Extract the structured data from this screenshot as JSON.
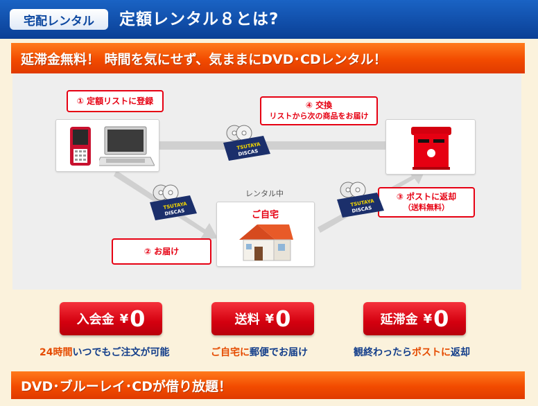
{
  "header": {
    "badge": "宅配レンタル",
    "title": "定額レンタル８とは?"
  },
  "banners": {
    "top": "延滞金無料！ 時間を気にせず、気ままにDVD･CDレンタル！",
    "bottom": "DVD･ブルーレイ･CDが借り放題！"
  },
  "diagram": {
    "step1": "① 定額リストに登録",
    "step2": "② お届け",
    "step3": "③ ポストに返却",
    "step3_sub": "（送料無料）",
    "step4": "④ 交換",
    "step4_sub": "リストから次の商品をお届け",
    "rental_caption": "レンタル中",
    "home_label": "ご自宅",
    "package_brand_top": "TSUTAYA",
    "package_brand_bottom": "DISCAS"
  },
  "fees": [
    {
      "label": "入会金",
      "yen": "¥",
      "amount": "0",
      "desc_hl": "24時間",
      "desc_rest": "いつでもご注文が可能",
      "desc_hl2": "",
      "desc_tail": ""
    },
    {
      "label": "送料",
      "yen": "¥",
      "amount": "0",
      "desc_hl": "ご自宅に",
      "desc_rest": "郵便でお届け",
      "desc_hl2": "",
      "desc_tail": ""
    },
    {
      "label": "延滞金",
      "yen": "¥",
      "amount": "0",
      "desc_hl": "",
      "desc_rest": "観終わったら",
      "desc_hl2": "ポストに",
      "desc_tail": "返却"
    }
  ],
  "colors": {
    "header_blue": "#0a3f95",
    "banner_orange": "#f24b00",
    "accent_red": "#e60012",
    "text_navy": "#123d8a"
  }
}
